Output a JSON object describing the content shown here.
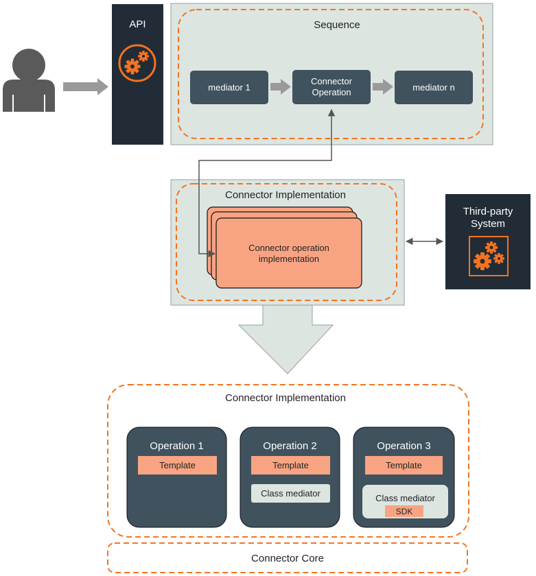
{
  "api": {
    "label": "API"
  },
  "sequence": {
    "title": "Sequence",
    "mediator1": "mediator 1",
    "connector_op_line1": "Connector",
    "connector_op_line2": "Operation",
    "mediatorN": "mediator n"
  },
  "implementation_top": {
    "title": "Connector Implementation",
    "card_line1": "Connector operation",
    "card_line2": "implementation"
  },
  "third_party": {
    "line1": "Third-party",
    "line2": "System"
  },
  "implementation_bottom": {
    "title": "Connector Implementation",
    "operations": [
      {
        "title": "Operation 1",
        "template": "Template"
      },
      {
        "title": "Operation 2",
        "template": "Template",
        "class_mediator": "Class mediator"
      },
      {
        "title": "Operation 3",
        "template": "Template",
        "class_mediator": "Class mediator",
        "sdk": "SDK"
      }
    ]
  },
  "core": {
    "label": "Connector Core"
  },
  "colors": {
    "dark": "#222c36",
    "slate": "#3f525e",
    "panel": "#dde5e1",
    "orange": "#f47320",
    "salmon": "#f8a483",
    "arrow_gray": "#9a9a9a",
    "person": "#5a5a5a"
  },
  "icons": [
    "person-icon",
    "gears-icon"
  ]
}
